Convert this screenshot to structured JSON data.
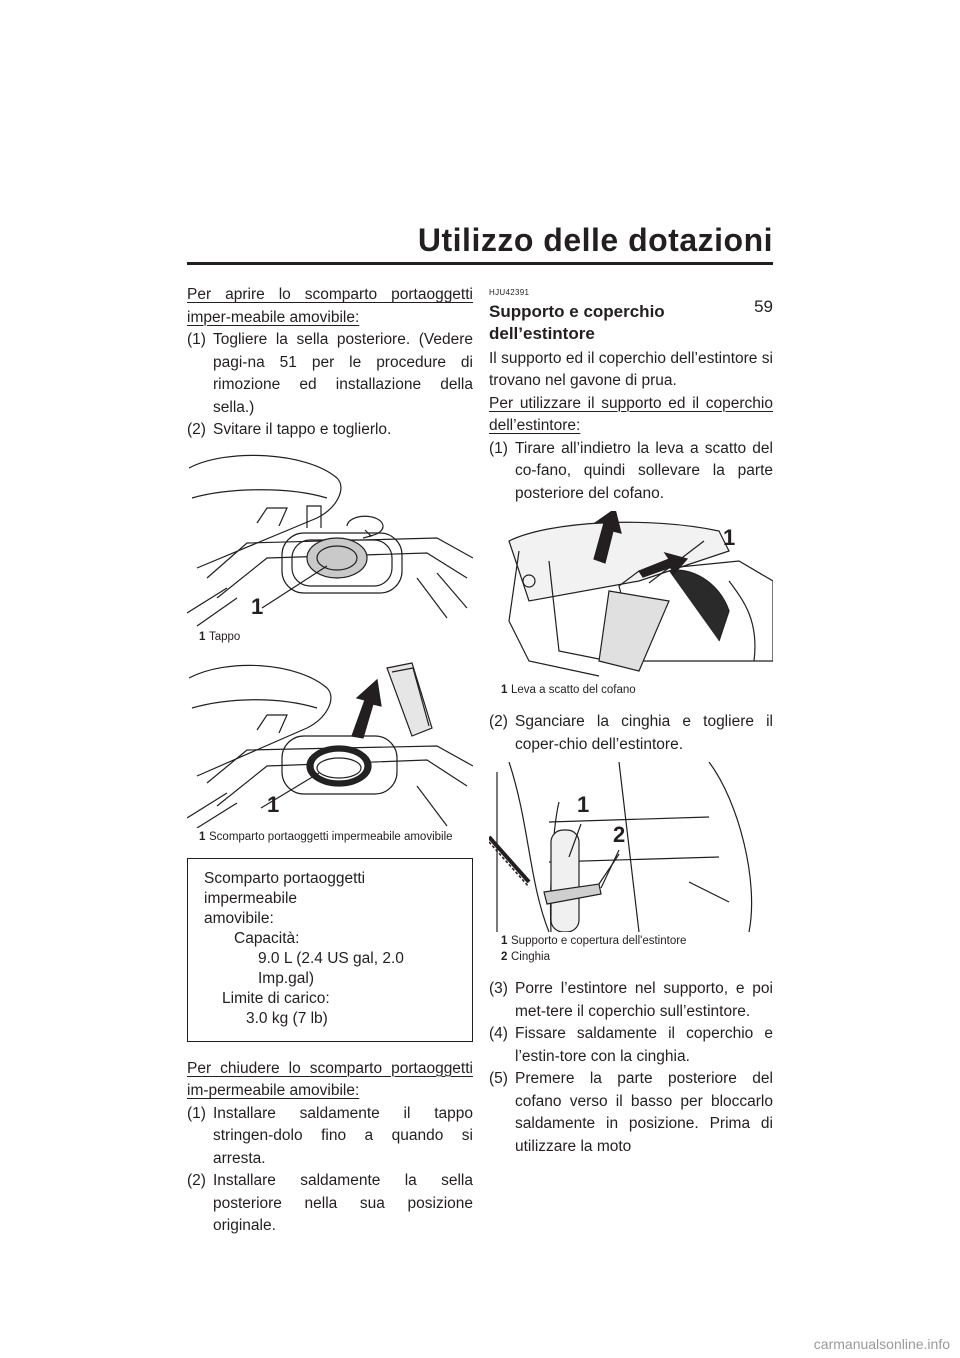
{
  "header": {
    "title": "Utilizzo delle dotazioni",
    "page_number": "59"
  },
  "left": {
    "open_heading": "Per aprire lo scomparto portaoggetti imper-meabile amovibile:",
    "open_steps": [
      {
        "num": "(1)",
        "text": "Togliere la sella posteriore. (Vedere pagi-na 51 per le procedure di rimozione ed installazione della sella.)"
      },
      {
        "num": "(2)",
        "text": "Svitare il tappo e toglierlo."
      }
    ],
    "fig1": {
      "callout": "1",
      "caption_num": "1",
      "caption": "Tappo"
    },
    "fig2": {
      "callout": "1",
      "caption_num": "1",
      "caption": "Scomparto portaoggetti impermeabile amovibile"
    },
    "spec": {
      "line1": "Scomparto portaoggetti impermeabile",
      "line2": "amovibile:",
      "cap_label": "Capacità:",
      "cap_value": "9.0 L (2.4 US gal, 2.0 Imp.gal)",
      "load_label": "Limite di carico:",
      "load_value": "3.0 kg (7 lb)"
    },
    "close_heading": "Per chiudere lo scomparto portaoggetti im-permeabile amovibile:",
    "close_steps": [
      {
        "num": "(1)",
        "text": "Installare saldamente il tappo stringen-dolo fino a quando si arresta."
      },
      {
        "num": "(2)",
        "text": "Installare saldamente la sella posteriore nella sua posizione originale."
      }
    ]
  },
  "right": {
    "code": "HJU42391",
    "section_title": "Supporto e coperchio dell’estintore",
    "intro": "Il supporto ed il coperchio dell’estintore si trovano nel gavone di prua.",
    "use_heading": "Per utilizzare il supporto ed il coperchio dell’estintore:",
    "step1": {
      "num": "(1)",
      "text": "Tirare all’indietro la leva a scatto del co-fano, quindi sollevare la parte posteriore del cofano."
    },
    "fig3": {
      "callout": "1",
      "caption_num": "1",
      "caption": "Leva a scatto del cofano"
    },
    "step2": {
      "num": "(2)",
      "text": "Sganciare la cinghia e togliere il coper-chio dell’estintore."
    },
    "fig4": {
      "callout1": "1",
      "callout2": "2",
      "captions": [
        {
          "num": "1",
          "text": "Supporto e copertura dell'estintore"
        },
        {
          "num": "2",
          "text": "Cinghia"
        }
      ]
    },
    "steps_after": [
      {
        "num": "(3)",
        "text": "Porre l’estintore nel supporto, e poi met-tere il coperchio sull’estintore."
      },
      {
        "num": "(4)",
        "text": "Fissare saldamente il coperchio e l’estin-tore con la cinghia."
      },
      {
        "num": "(5)",
        "text": "Premere la parte posteriore del cofano verso il basso per bloccarlo saldamente in posizione. Prima di utilizzare la moto"
      }
    ]
  },
  "watermark": "carmanualsonline.info"
}
